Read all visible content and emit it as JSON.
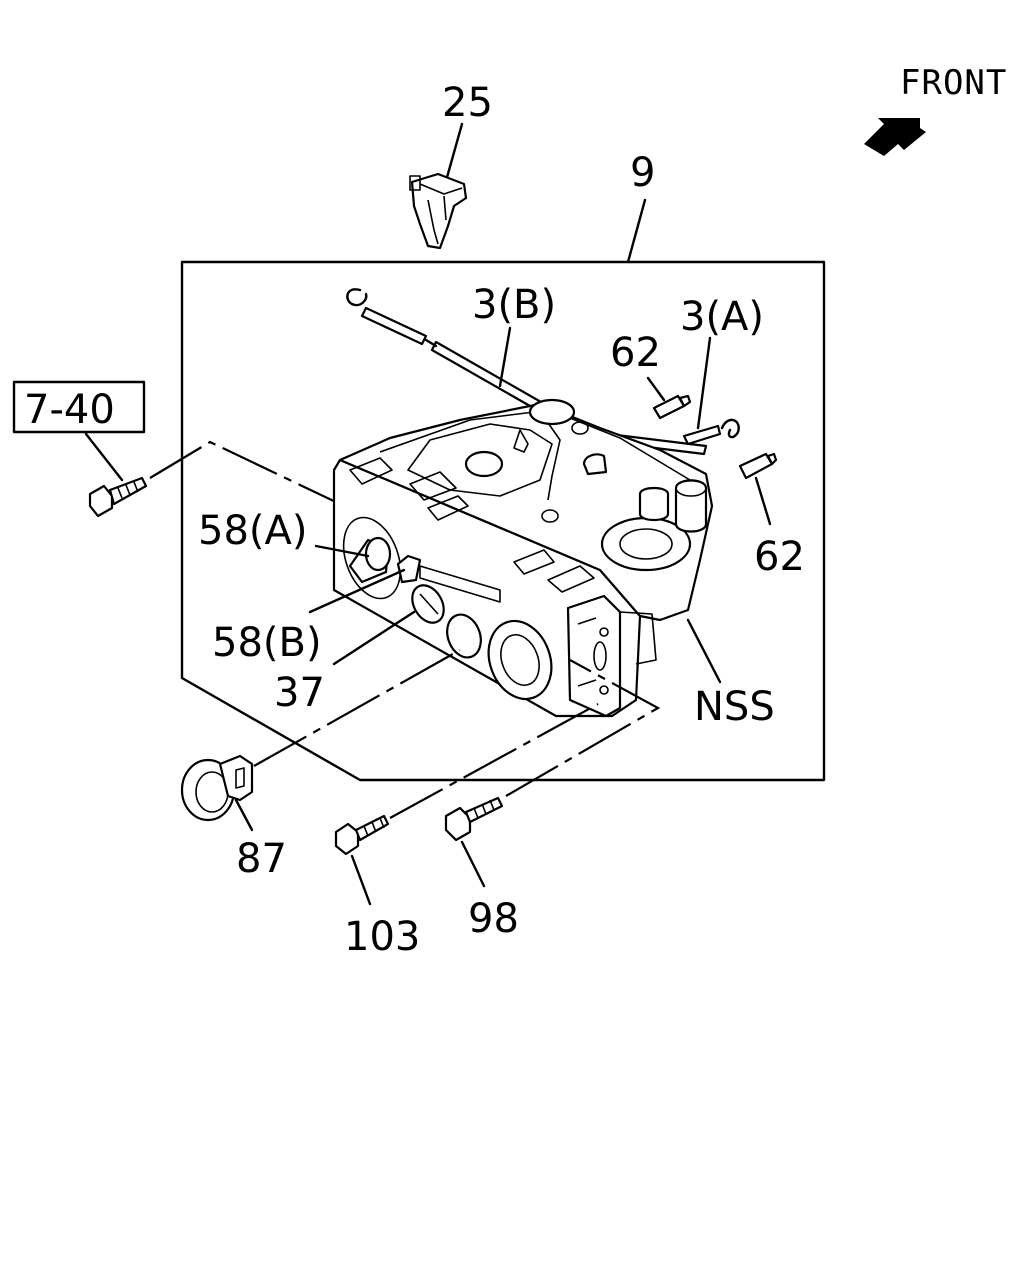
{
  "direction_label": "FRONT",
  "ref_box": "7-40",
  "parts": {
    "p25": "25",
    "p9": "9",
    "p3b": "3(B)",
    "p3a": "3(A)",
    "p62_top": "62",
    "p62_right": "62",
    "p58a": "58(A)",
    "p58b": "58(B)",
    "p37": "37",
    "nss": "NSS",
    "p87": "87",
    "p103": "103",
    "p98": "98"
  }
}
